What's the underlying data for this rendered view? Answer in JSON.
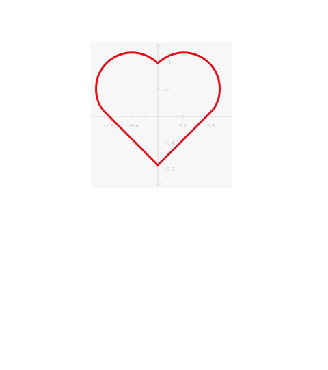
{
  "diagram": {
    "shape": "heart",
    "stroke_color": "#e0101c",
    "axis_color": "#dddddd",
    "tick_label_color": "#c9c9c9",
    "x_tick_labels": [
      "−0.8",
      "−0.4",
      "0.4",
      "0.8"
    ],
    "y_tick_labels": [
      "1",
      "0.4",
      "−0.4",
      "−0.8"
    ]
  }
}
